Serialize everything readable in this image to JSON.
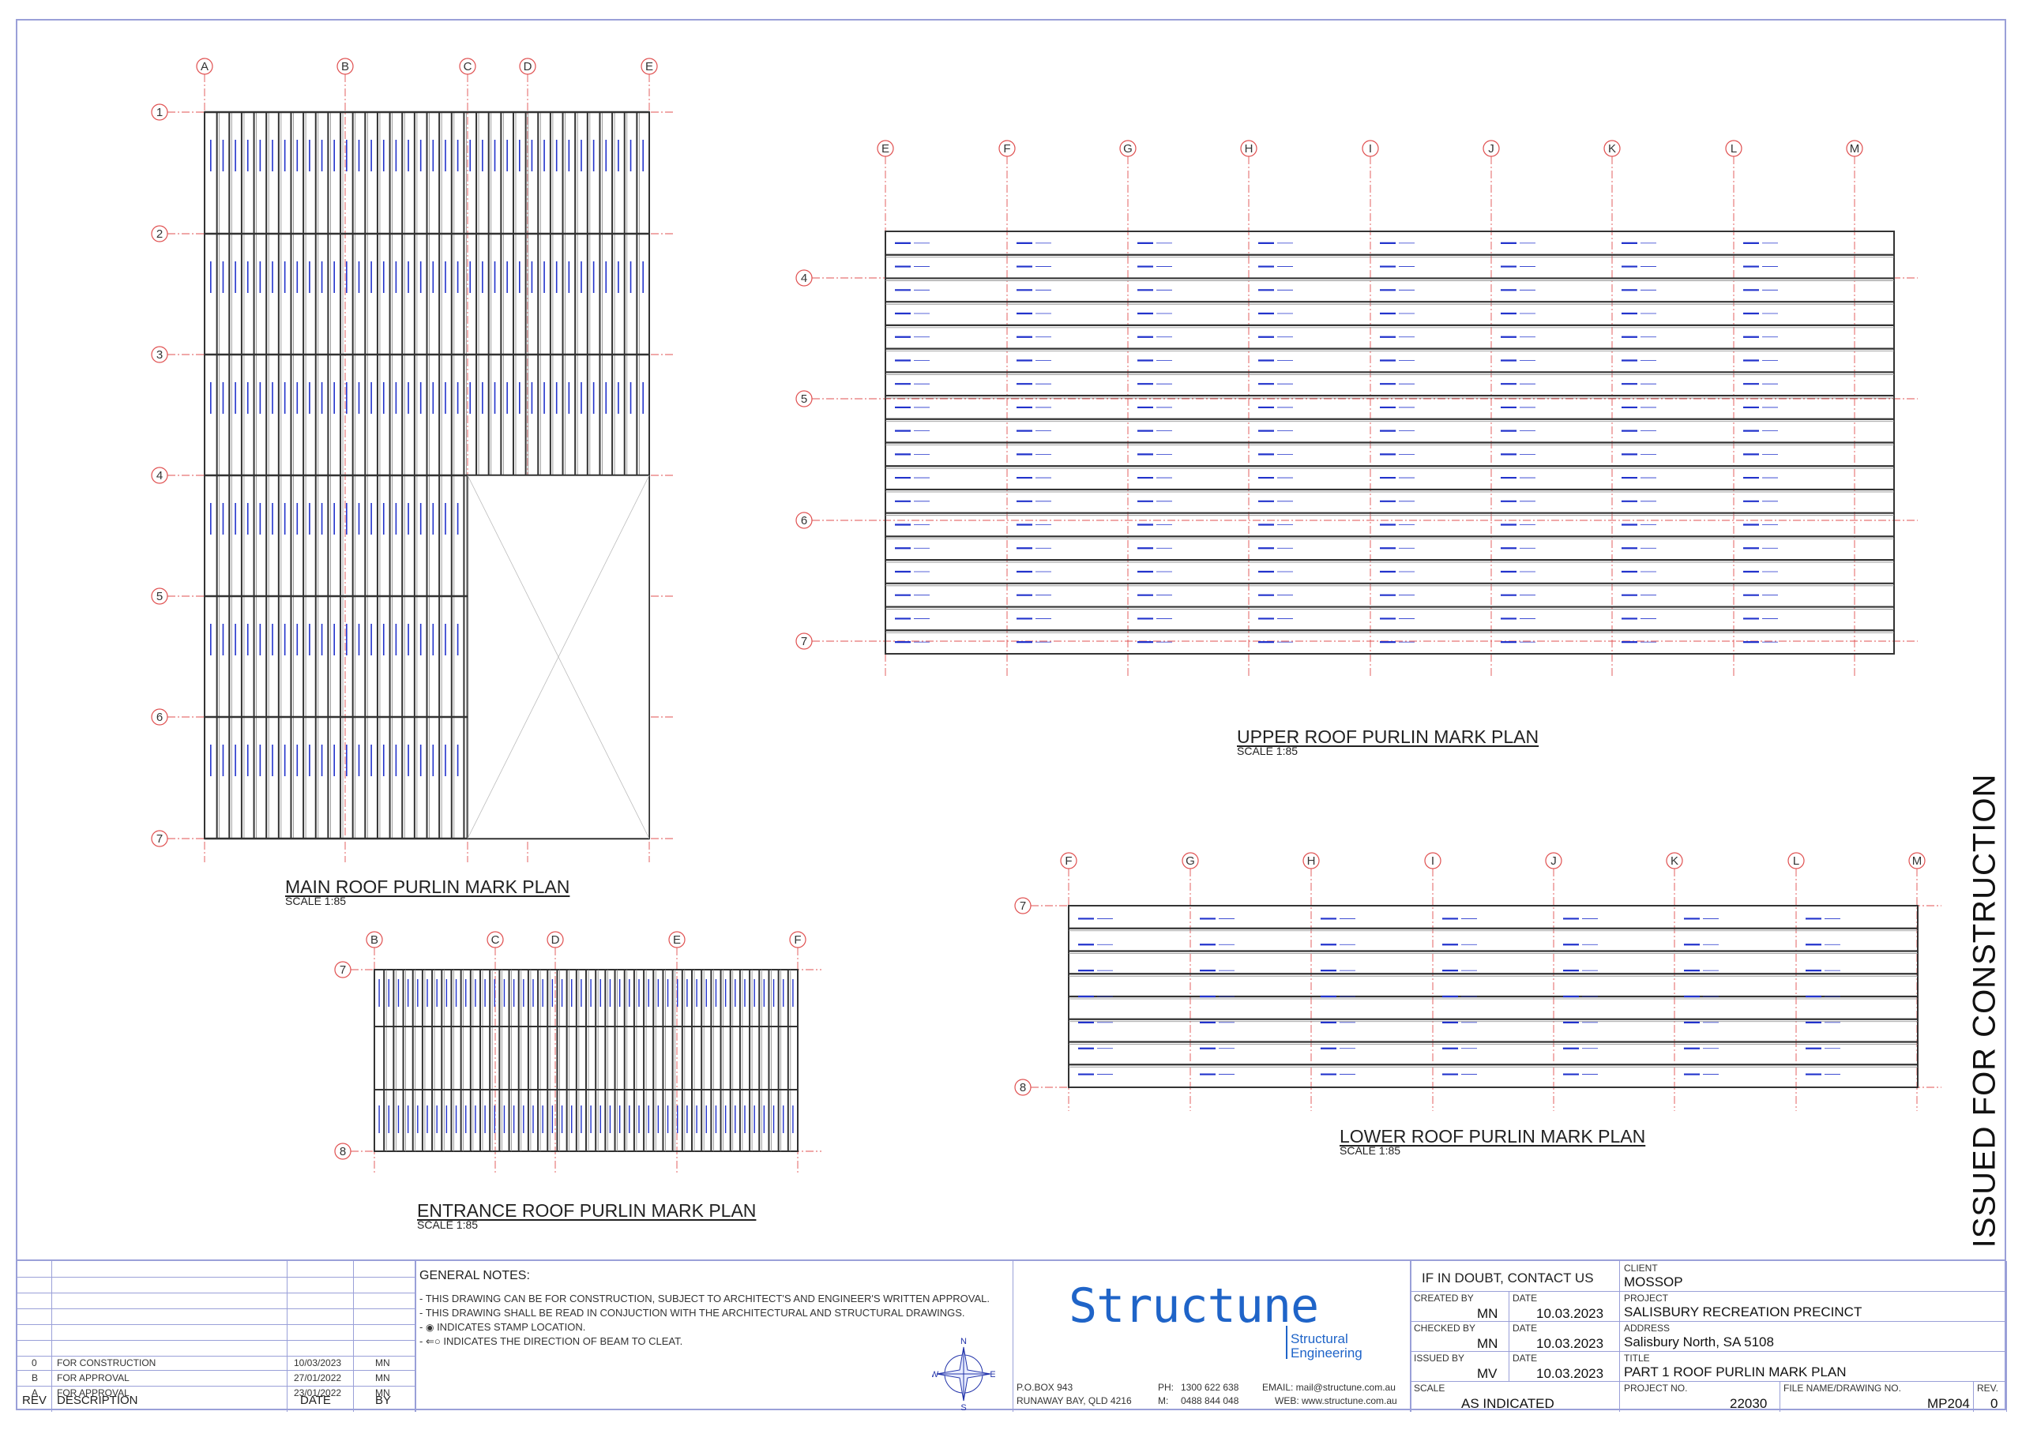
{
  "plans": {
    "main": {
      "title": "MAIN ROOF PURLIN MARK PLAN",
      "scale": "SCALE  1:85",
      "grid_cols": [
        "A",
        "B",
        "C",
        "D",
        "E"
      ],
      "grid_rows": [
        "1",
        "2",
        "3",
        "4",
        "5",
        "6",
        "7"
      ]
    },
    "upper": {
      "title": "UPPER ROOF PURLIN MARK PLAN",
      "scale": "SCALE  1:85",
      "grid_cols": [
        "E",
        "F",
        "G",
        "H",
        "I",
        "J",
        "K",
        "L",
        "M"
      ],
      "grid_rows": [
        "4",
        "5",
        "6",
        "7"
      ]
    },
    "lower": {
      "title": "LOWER ROOF PURLIN MARK PLAN",
      "scale": "SCALE  1:85",
      "grid_cols": [
        "F",
        "G",
        "H",
        "I",
        "J",
        "K",
        "L",
        "M"
      ],
      "grid_rows": [
        "7",
        "8"
      ]
    },
    "entrance": {
      "title": "ENTRANCE ROOF PURLIN MARK PLAN",
      "scale": "SCALE  1:85",
      "grid_cols": [
        "B",
        "C",
        "D",
        "E",
        "F"
      ],
      "grid_rows": [
        "7",
        "8"
      ]
    }
  },
  "stamp": "ISSUED FOR CONSTRUCTION",
  "revisions": {
    "rows": [
      {
        "rev": "0",
        "description": "FOR CONSTRUCTION",
        "date": "10/03/2023",
        "by": "MN"
      },
      {
        "rev": "B",
        "description": "FOR APPROVAL",
        "date": "27/01/2022",
        "by": "MN"
      },
      {
        "rev": "A",
        "description": "FOR APPROVAL",
        "date": "23/01/2022",
        "by": "MN"
      }
    ],
    "headers": {
      "rev": "REV",
      "description": "DESCRIPTION",
      "date": "DATE",
      "by": "BY"
    }
  },
  "notes": {
    "heading": "GENERAL NOTES:",
    "items": [
      "- THIS DRAWING CAN BE FOR CONSTRUCTION, SUBJECT TO ARCHITECT'S AND ENGINEER'S WRITTEN APPROVAL.",
      "- THIS DRAWING SHALL BE READ IN CONJUCTION WITH THE ARCHITECTURAL AND STRUCTURAL DRAWINGS.",
      "INDICATES STAMP LOCATION.",
      "INDICATES THE DIRECTION OF BEAM TO CLEAT."
    ]
  },
  "compass": {
    "n": "N",
    "s": "S",
    "e": "E",
    "w": "W"
  },
  "company": {
    "name": "Structune",
    "sub1": "Structural",
    "sub2": "Engineering",
    "po": "P.O.BOX 943",
    "city": "RUNAWAY BAY, QLD 4216",
    "ph_label": "PH:",
    "ph": "1300 622 638",
    "m_label": "M:",
    "m": "0488 844 048",
    "email": "EMAIL: mail@structune.com.au",
    "web": "WEB: www.structune.com.au"
  },
  "info": {
    "doubt": "IF IN DOUBT, CONTACT US",
    "created_label": "CREATED BY",
    "created": "MN",
    "checked_label": "CHECKED BY",
    "checked": "MN",
    "issued_label": "ISSUED BY",
    "issued": "MV",
    "date_label": "DATE",
    "date1": "10.03.2023",
    "date2": "10.03.2023",
    "date3": "10.03.2023",
    "scale_label": "SCALE",
    "scale": "AS INDICATED",
    "client_label": "CLIENT",
    "client": "MOSSOP",
    "project_label": "PROJECT",
    "project": "SALISBURY RECREATION PRECINCT",
    "address_label": "ADDRESS",
    "address": "Salisbury North, SA 5108",
    "title_label": "TITLE",
    "title": "PART 1 ROOF PURLIN MARK PLAN",
    "project_no_label": "PROJECT NO.",
    "project_no": "22030",
    "file_label": "FILE NAME/DRAWING NO.",
    "file": "MP204",
    "rev_label": "REV.",
    "rev": "0"
  },
  "colors": {
    "grid": "#e05050",
    "steel": "#333333",
    "marks": "#2233cc",
    "border": "#9aa0d8",
    "brand": "#1f64c8"
  }
}
